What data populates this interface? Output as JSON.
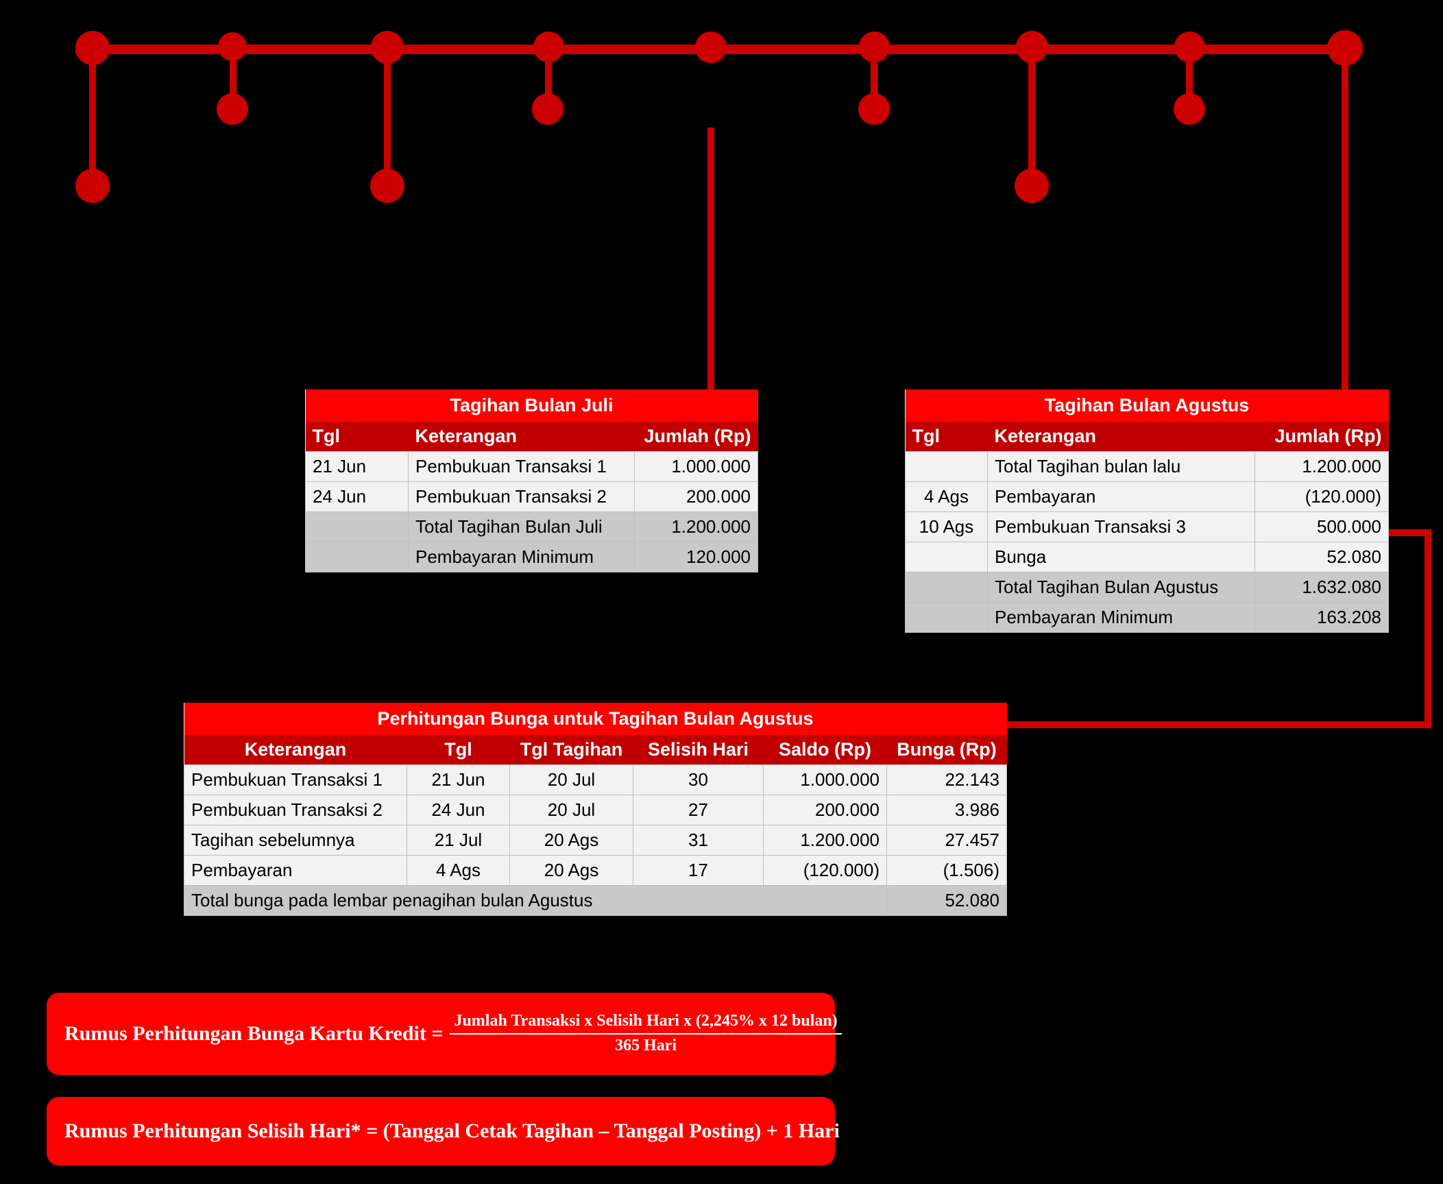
{
  "colors": {
    "background": "#000000",
    "accent_red": "#FF0000",
    "dark_red": "#C00000",
    "line_red": "#CC0000",
    "row_light": "#F2F2F2",
    "row_grey": "#C9C9C9",
    "text_on_red": "#FFFFFF"
  },
  "timeline": {
    "name": "credit-card-billing-timeline",
    "node_count": 9
  },
  "juli_table": {
    "title": "Tagihan Bulan Juli",
    "columns": [
      "Tgl",
      "Keterangan",
      "Jumlah (Rp)"
    ],
    "rows": [
      {
        "tgl": "21 Jun",
        "keterangan": "Pembukuan Transaksi 1",
        "jumlah": "1.000.000",
        "highlight": false
      },
      {
        "tgl": "24 Jun",
        "keterangan": "Pembukuan Transaksi 2",
        "jumlah": "200.000",
        "highlight": false
      },
      {
        "tgl": "",
        "keterangan": "Total Tagihan Bulan Juli",
        "jumlah": "1.200.000",
        "highlight": true
      },
      {
        "tgl": "",
        "keterangan": "Pembayaran Minimum",
        "jumlah": "120.000",
        "highlight": true
      }
    ]
  },
  "agustus_table": {
    "title": "Tagihan Bulan Agustus",
    "columns": [
      "Tgl",
      "Keterangan",
      "Jumlah (Rp)"
    ],
    "rows": [
      {
        "tgl": "",
        "keterangan": "Total Tagihan bulan lalu",
        "jumlah": "1.200.000",
        "highlight": false
      },
      {
        "tgl": "4 Ags",
        "keterangan": "Pembayaran",
        "jumlah": "(120.000)",
        "highlight": false
      },
      {
        "tgl": "10 Ags",
        "keterangan": "Pembukuan Transaksi 3",
        "jumlah": "500.000",
        "highlight": false
      },
      {
        "tgl": "",
        "keterangan": "Bunga",
        "jumlah": "52.080",
        "highlight": false
      },
      {
        "tgl": "",
        "keterangan": "Total Tagihan Bulan Agustus",
        "jumlah": "1.632.080",
        "highlight": true
      },
      {
        "tgl": "",
        "keterangan": "Pembayaran Minimum",
        "jumlah": "163.208",
        "highlight": true
      }
    ]
  },
  "bunga_table": {
    "title": "Perhitungan Bunga untuk Tagihan Bulan Agustus",
    "columns": [
      "Keterangan",
      "Tgl",
      "Tgl Tagihan",
      "Selisih Hari",
      "Saldo (Rp)",
      "Bunga (Rp)"
    ],
    "rows": [
      {
        "keterangan": "Pembukuan Transaksi 1",
        "tgl": "21 Jun",
        "tgl_tagihan": "20 Jul",
        "selisih_hari": "30",
        "saldo": "1.000.000",
        "bunga": "22.143"
      },
      {
        "keterangan": "Pembukuan Transaksi 2",
        "tgl": "24 Jun",
        "tgl_tagihan": "20 Jul",
        "selisih_hari": "27",
        "saldo": "200.000",
        "bunga": "3.986"
      },
      {
        "keterangan": "Tagihan sebelumnya",
        "tgl": "21 Jul",
        "tgl_tagihan": "20 Ags",
        "selisih_hari": "31",
        "saldo": "1.200.000",
        "bunga": "27.457"
      },
      {
        "keterangan": "Pembayaran",
        "tgl": "4 Ags",
        "tgl_tagihan": "20 Ags",
        "selisih_hari": "17",
        "saldo": "(120.000)",
        "bunga": "(1.506)"
      }
    ],
    "total_label": "Total bunga pada lembar penagihan bulan Agustus",
    "total_value": "52.080"
  },
  "formula_bunga": {
    "lhs": "Rumus Perhitungan Bunga Kartu Kredit =",
    "numerator": "Jumlah Transaksi x Selisih Hari x (2,245% x 12 bulan)",
    "denominator": "365 Hari"
  },
  "formula_selisih": {
    "text": "Rumus Perhitungan Selisih Hari* = (Tanggal Cetak Tagihan – Tanggal Posting) + 1 Hari"
  }
}
